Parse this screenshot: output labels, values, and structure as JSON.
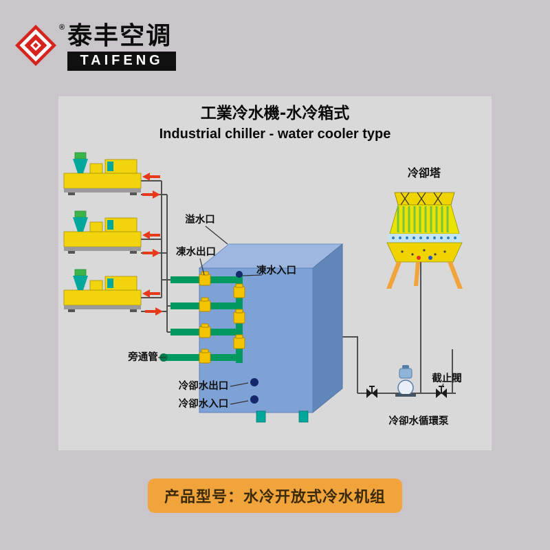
{
  "logo": {
    "brand_cn": "泰丰空调",
    "brand_en": "TAIFENG",
    "registered_mark": "®"
  },
  "diagram": {
    "title_cn": "工業冷水機-水冷箱式",
    "title_en": "Industrial chiller - water cooler type",
    "labels": {
      "overflow_port": "溢水口",
      "chilled_water_outlet": "凍水出口",
      "chilled_water_inlet": "凍水入口",
      "bypass_pipe": "旁通管",
      "cooling_water_outlet": "冷卻水出口",
      "cooling_water_inlet": "冷卻水入口",
      "cooling_tower": "冷卻塔",
      "stop_valve": "截止閥",
      "cooling_water_circulation_pump": "冷卻水循環泵"
    }
  },
  "footer": {
    "product_model": "产品型号：水冷开放式冷水机组"
  },
  "icons": {
    "logo_icon": "diamond-logo",
    "valve_icon": "bowtie-valve",
    "arrow_icon": "flow-arrow"
  },
  "colors": {
    "page_bg": "#c9c5cb",
    "panel_bg": "#dad9da",
    "brand_red": "#d6231e",
    "chiller_blue": "#7ea2d6",
    "pipe_green": "#009a60",
    "machine_yellow": "#f2d40c",
    "banner_orange": "#f2a43c",
    "arrow_red": "#e8391b"
  }
}
